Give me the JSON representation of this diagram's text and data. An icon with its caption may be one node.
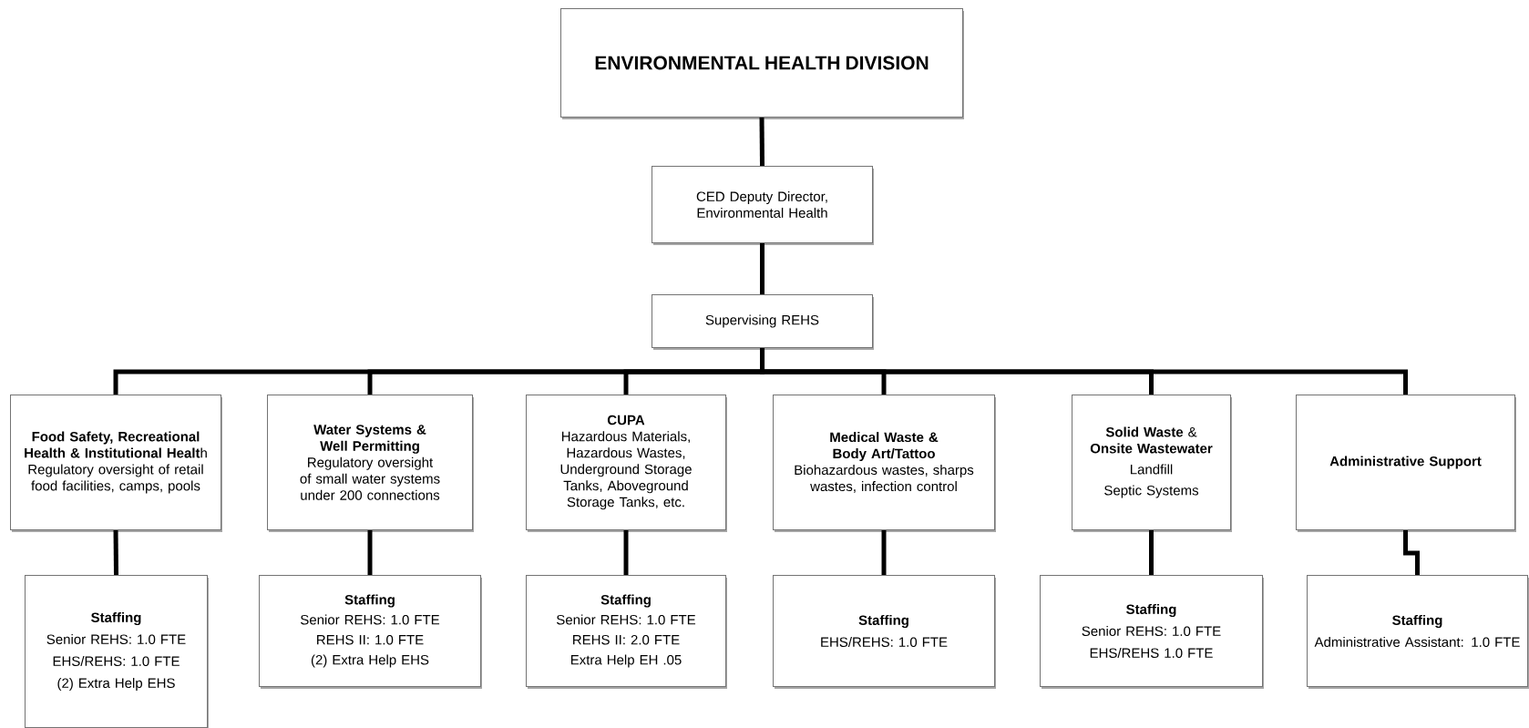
{
  "diagram": {
    "nodes": [
      {
        "text": [
          "ENVIRONMENTAL HEALTH DIVISION"
        ]
      },
      {
        "text": [
          "CED Deputy Director, Environmental Health"
        ]
      },
      {
        "text": [
          "Supervising REHS"
        ]
      },
      {
        "text": [
          "**Food Safety, Recreational Health & Institutional Healt**h Regulatory oversight of retail food facilities, camps, pools"
        ]
      },
      {
        "text": [
          "Water Systems & Well Permitting",
          "Regulatory oversight of small water systems under 200 connections"
        ]
      },
      {
        "text": [
          "CUPA",
          "Hazardous Materials, Hazardous Wastes, Underground Storage Tanks, Aboveground Storage Tanks, etc."
        ]
      },
      {
        "text": [
          "Medical Waste & Body Art/Tattoo",
          "Biohazardous wastes, sharps wastes, infection control"
        ]
      },
      {
        "text": [
          "**Solid Waste** & **Onsite Wastewater**",
          "Landfill",
          "Septic Systems"
        ]
      },
      {
        "text": [
          "Administrative Support"
        ]
      },
      {
        "text": [
          "Staffing",
          "Senior REHS: 1.0 FTE",
          "EHS/REHS: 1.0 FTE",
          "(2) Extra Help EHS"
        ]
      },
      {
        "text": [
          "Staffing",
          "Senior REHS: 1.0 FTE",
          "REHS II: 1.0 FTE",
          "(2) Extra Help EHS"
        ]
      },
      {
        "text": [
          "Staffing",
          "Senior REHS: 1.0 FTE",
          "REHS II: 2.0 FTE",
          "Extra Help EH .05"
        ]
      },
      {
        "text": [
          "Staffing",
          "EHS/REHS: 1.0 FTE"
        ]
      },
      {
        "text": [
          "Staffing",
          "Senior REHS: 1.0 FTE",
          "EHS/REHS 1.0 FTE"
        ]
      },
      {
        "text": [
          "Staffing",
          "Administrative Assistant: 1.0 FTE"
        ]
      }
    ],
    "edges": [
      {
        "from": 0,
        "to": 1,
        "arrow": "none"
      },
      {
        "from": 1,
        "to": 2,
        "arrow": "none"
      },
      {
        "from": 2,
        "to": 3,
        "arrow": "none"
      },
      {
        "from": 2,
        "to": 4,
        "arrow": "none"
      },
      {
        "from": 2,
        "to": 5,
        "arrow": "none"
      },
      {
        "from": 2,
        "to": 6,
        "arrow": "none"
      },
      {
        "from": 2,
        "to": 7,
        "arrow": "none"
      },
      {
        "from": 2,
        "to": 8,
        "arrow": "none"
      },
      {
        "from": 3,
        "to": 9,
        "arrow": "none"
      },
      {
        "from": 4,
        "to": 10,
        "arrow": "none"
      },
      {
        "from": 5,
        "to": 11,
        "arrow": "none"
      },
      {
        "from": 6,
        "to": 12,
        "arrow": "none"
      },
      {
        "from": 7,
        "to": 13,
        "arrow": "none"
      },
      {
        "from": 8,
        "to": 14,
        "arrow": "none"
      }
    ]
  }
}
